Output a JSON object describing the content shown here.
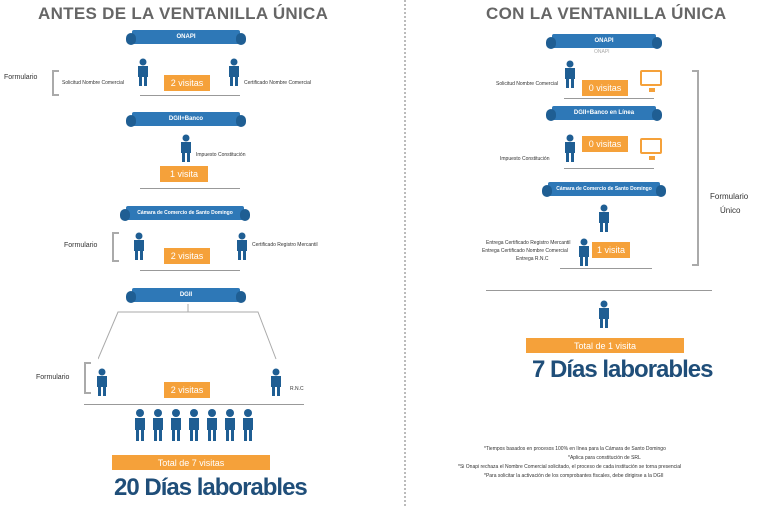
{
  "left": {
    "title": "ANTES DE LA VENTANILLA ÚNICA",
    "onapi": "ONAPI",
    "formulario1": "Formulario",
    "solicitud": "Solicitud Nombre Comercial",
    "certificado": "Certificado Nombre Comercial",
    "visits1": "2 visitas",
    "dgii_banco": "DGII+Banco",
    "impuesto": "Impuesto Constitución",
    "visits2": "1 visita",
    "camara": "Cámara de Comercio de Santo Domingo",
    "formulario2": "Formulario",
    "cert_registro": "Certificado Registro Mercantil",
    "visits3": "2 visitas",
    "dgii": "DGII",
    "formulario3": "Formulario",
    "rnc": "R.N.C",
    "visits4": "2 visitas",
    "total": "Total de 7 visitas",
    "days": "20 Días laborables"
  },
  "right": {
    "title": "CON LA VENTANILLA ÚNICA",
    "onapi": "ONAPI",
    "onapi_sub": "ONAPI",
    "solicitud": "Solicitud Nombre Comercial",
    "visits1": "0 visitas",
    "dgii_banco": "DGII+Banco en Línea",
    "impuesto": "Impuesto Constitución",
    "visits2": "0 visitas",
    "camara": "Cámara de Comercio de Santo Domingo",
    "entrega1": "Entrega Certificado Registro Mercantil",
    "entrega2": "Entrega Certificado Nombre Comercial",
    "entrega3": "Entrega R.N.C",
    "visits3": "1 visita",
    "formulario": "Formulario",
    "unico": "Único",
    "total": "Total de 1 visita",
    "days": "7 Días laborables",
    "note1": "*Tiempos basados en procesos 100% en línea para la Cámara de Santo Domingo",
    "note2": "*Aplica para constitución de SRL",
    "note3": "*Si Onapi rechaza el Nombre Comercial solicitado, el proceso de cada institución se torna presencial",
    "note4": "*Para solicitar la activación de los comprobantes fiscales, debe dirigirse a la DGII"
  }
}
